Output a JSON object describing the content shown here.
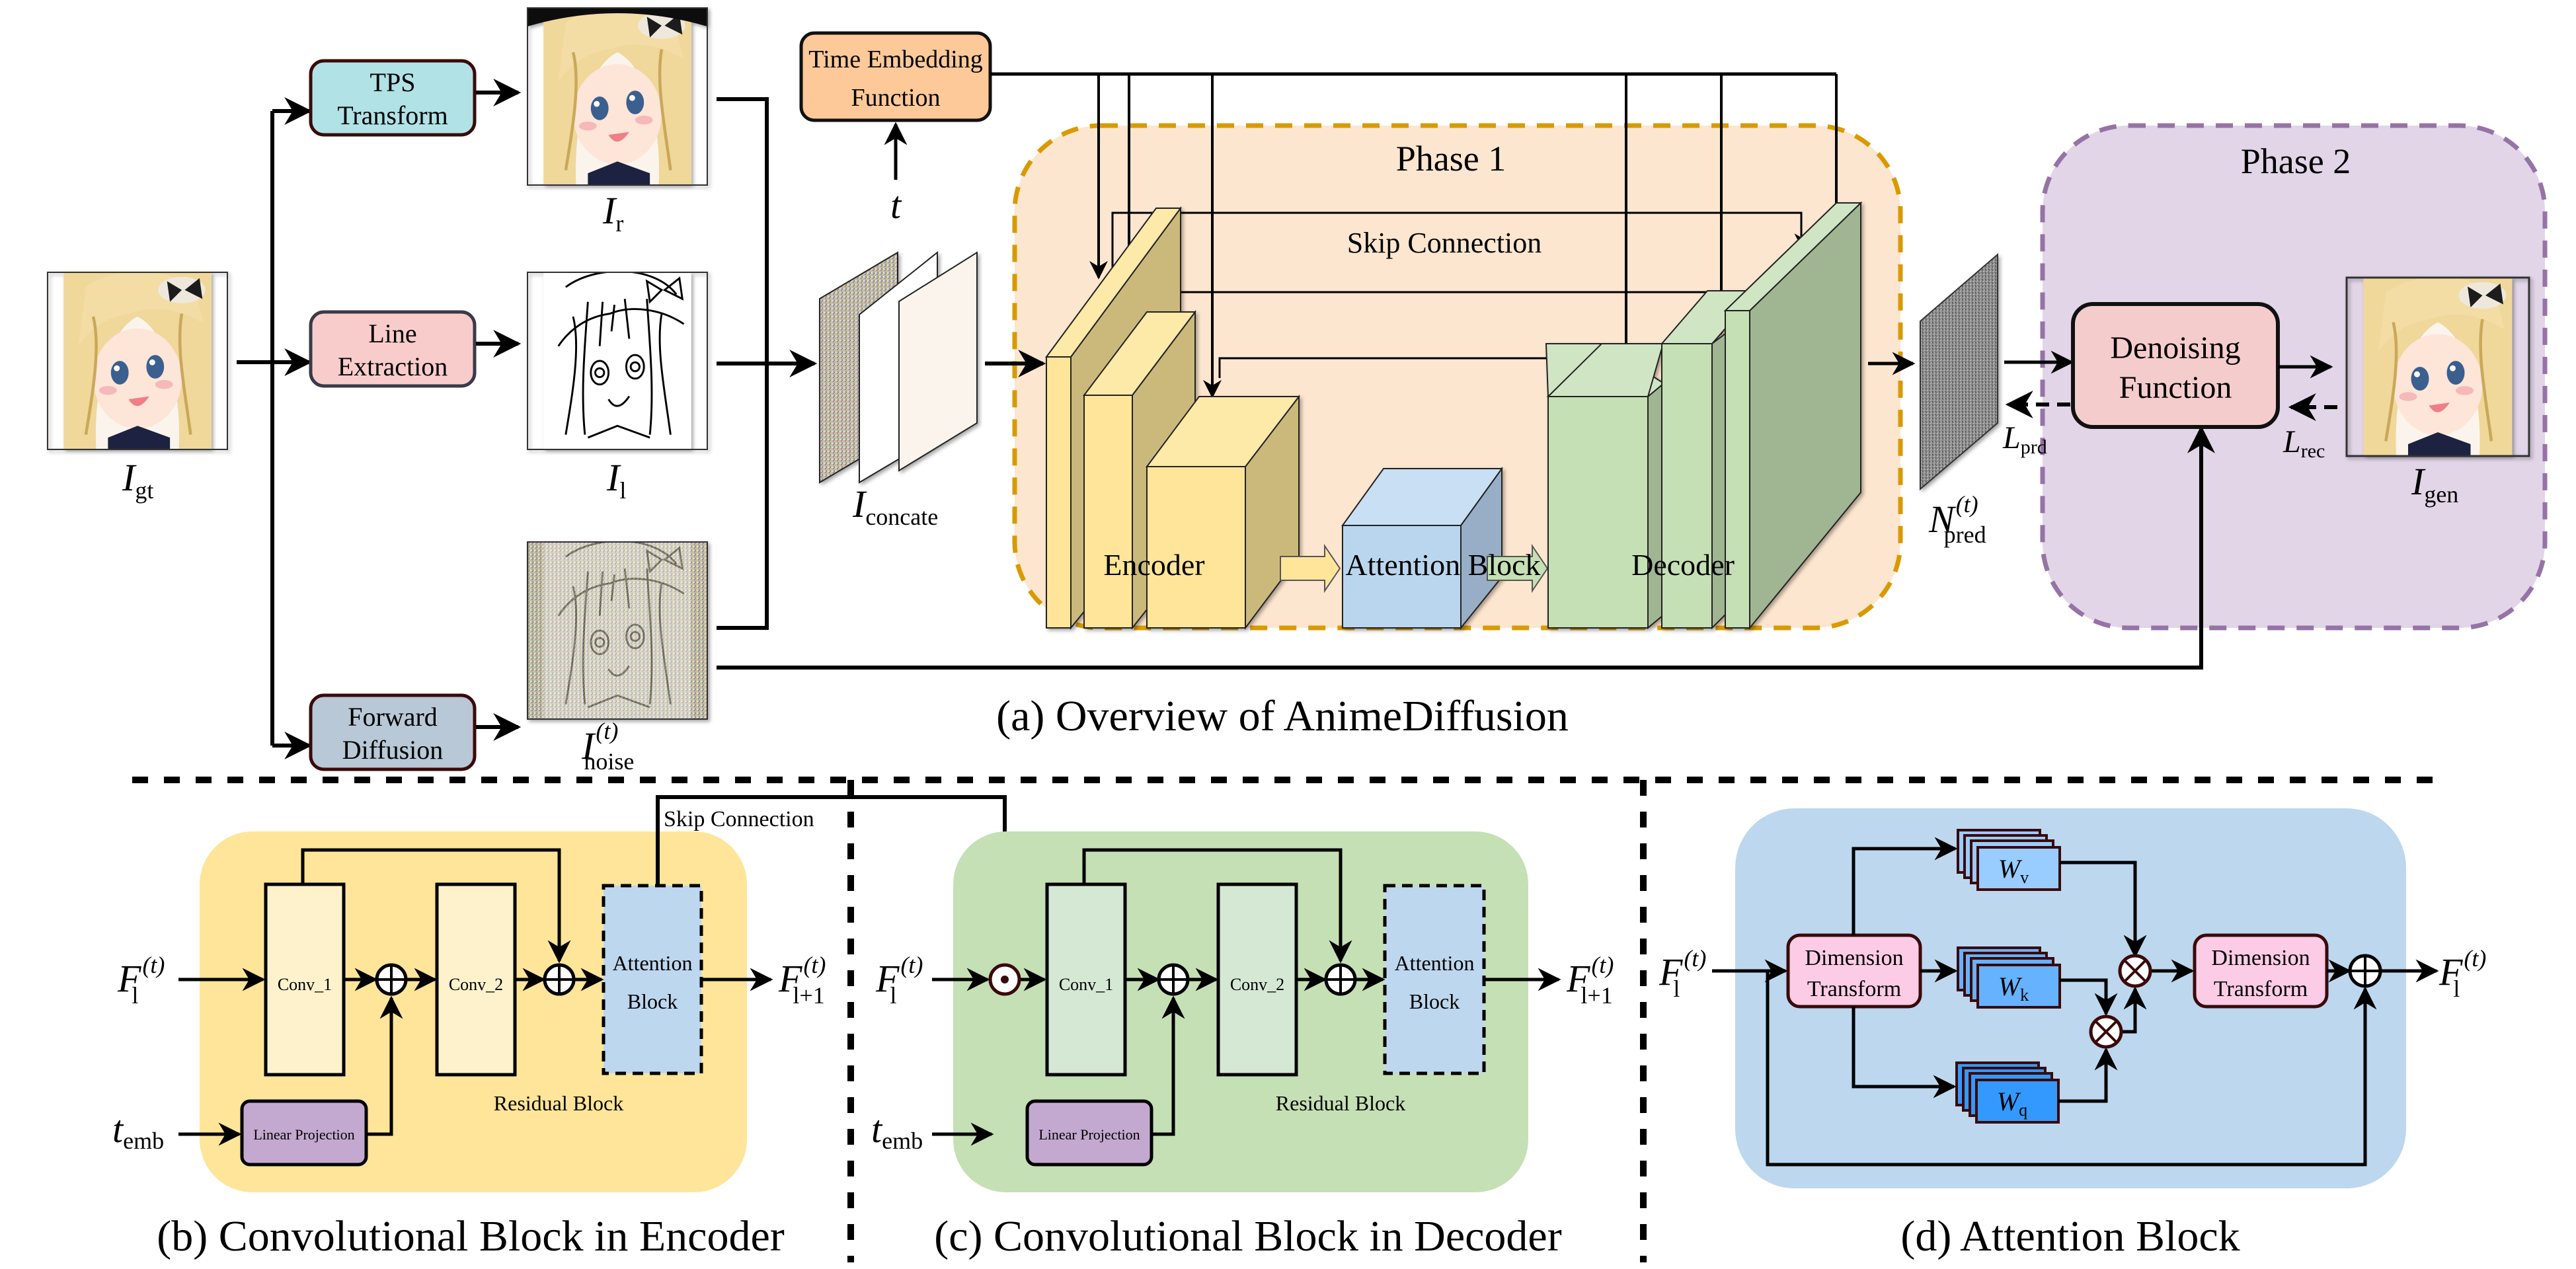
{
  "figure": {
    "captions": {
      "a": "(a) Overview of AnimeDiffusion",
      "b": "(b)  Convolutional Block in Encoder",
      "c": "(c) Convolutional Block in Decoder",
      "d": "(d) Attention Block"
    }
  },
  "overview": {
    "input_image": {
      "symbol": "I",
      "subscript": "gt"
    },
    "branches": [
      {
        "id": "tps",
        "label_line1": "TPS",
        "label_line2": "Transform",
        "color": "#b0e2e6",
        "output": {
          "symbol": "I",
          "subscript": "r"
        }
      },
      {
        "id": "line",
        "label_line1": "Line",
        "label_line2": "Extraction",
        "color": "#f9cccc",
        "output": {
          "symbol": "I",
          "subscript": "l"
        }
      },
      {
        "id": "diffusion",
        "label_line1": "Forward",
        "label_line2": "Diffusion",
        "color": "#b8c8d6",
        "output": {
          "symbol": "I",
          "subscript": "noise",
          "superscript": "(t)"
        }
      }
    ],
    "concat": {
      "symbol": "I",
      "subscript": "concate"
    },
    "time_embedding": {
      "label_line1": "Time Embedding",
      "label_line2": "Function",
      "input": "t",
      "color": "#fdc998"
    },
    "phase1": {
      "title": "Phase 1",
      "skip_label": "Skip Connection",
      "encoder_label": "Encoder",
      "attention_label": "Attention Block",
      "decoder_label": "Decoder",
      "bg_color": "#fde6cf",
      "border_color": "#d99a00"
    },
    "noise_pred": {
      "symbol": "N",
      "subscript": "pred",
      "superscript": "(t)"
    },
    "phase2": {
      "title": "Phase 2",
      "denoise_line1": "Denoising",
      "denoise_line2": "Function",
      "bg_color": "#e1d5e7",
      "border_color": "#9673a6",
      "denoise_color": "#f5cccc"
    },
    "losses": [
      {
        "symbol": "L",
        "subscript": "prd"
      },
      {
        "symbol": "L",
        "subscript": "rec"
      }
    ],
    "output_image": {
      "symbol": "I",
      "subscript": "gen"
    }
  },
  "encoder_block": {
    "bg_color": "#fee599",
    "input": {
      "symbol": "F",
      "subscript": "l",
      "superscript": "(t)"
    },
    "output": {
      "symbol": "F",
      "subscript": "l+1",
      "superscript": "(t)"
    },
    "temb": {
      "symbol": "t",
      "subscript": "emb"
    },
    "conv1": "Conv_1",
    "conv2": "Conv_2",
    "attn_line1": "Attention",
    "attn_line2": "Block",
    "linear": "Linear Projection",
    "residual": "Residual Block",
    "skip_label": "Skip Connection"
  },
  "decoder_block": {
    "bg_color": "#c5e0b4",
    "input": {
      "symbol": "F",
      "subscript": "l",
      "superscript": "(t)"
    },
    "output": {
      "symbol": "F",
      "subscript": "l+1",
      "superscript": "(t)"
    },
    "temb": {
      "symbol": "t",
      "subscript": "emb"
    },
    "conv1": "Conv_1",
    "conv2": "Conv_2",
    "attn_line1": "Attention",
    "attn_line2": "Block",
    "linear": "Linear Projection",
    "residual": "Residual Block"
  },
  "attention_block": {
    "bg_color": "#bdd7ee",
    "input": {
      "symbol": "F",
      "subscript": "l",
      "superscript": "(t)"
    },
    "output": {
      "symbol": "F",
      "subscript": "l",
      "superscript": "(t)"
    },
    "dim1_line1": "Dimension",
    "dim1_line2": "Transform",
    "dim2_line1": "Dimension",
    "dim2_line2": "Transform",
    "weights": [
      {
        "symbol": "W",
        "subscript": "v",
        "color": "#99ccff"
      },
      {
        "symbol": "W",
        "subscript": "k",
        "color": "#66b2ff"
      },
      {
        "symbol": "W",
        "subscript": "q",
        "color": "#3399ff"
      }
    ]
  }
}
